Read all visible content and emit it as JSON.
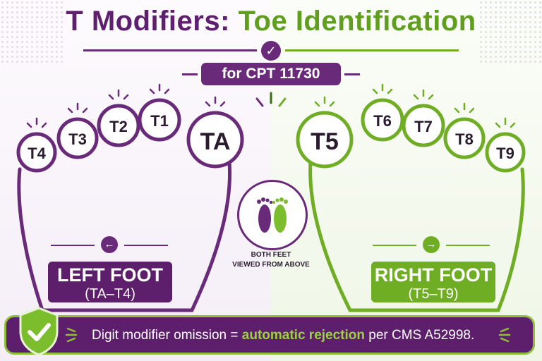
{
  "title": {
    "part1": "T Modifiers:",
    "part2": "Toe Identification"
  },
  "subtitle": "for CPT 11730",
  "left_foot": {
    "label": "LEFT FOOT",
    "range": "(TA–T4)",
    "toes": [
      "T4",
      "T3",
      "T2",
      "T1",
      "TA"
    ]
  },
  "right_foot": {
    "label": "RIGHT FOOT",
    "range": "(T5–T9)",
    "toes": [
      "T5",
      "T6",
      "T7",
      "T8",
      "T9"
    ]
  },
  "center_caption": {
    "line1": "BOTH FEET",
    "line2": "VIEWED FROM ABOVE"
  },
  "footer": {
    "before": "Digit modifier omission =",
    "emphasis": "automatic rejection",
    "after": "per CMS A52998."
  },
  "colors": {
    "purple": "#6a2a7a",
    "green": "#6fae24",
    "dark_purple": "#5d1f6c"
  },
  "icons": [
    "check-icon",
    "left-arrow-icon",
    "right-arrow-icon",
    "footprints-icon",
    "shield-check-icon"
  ]
}
